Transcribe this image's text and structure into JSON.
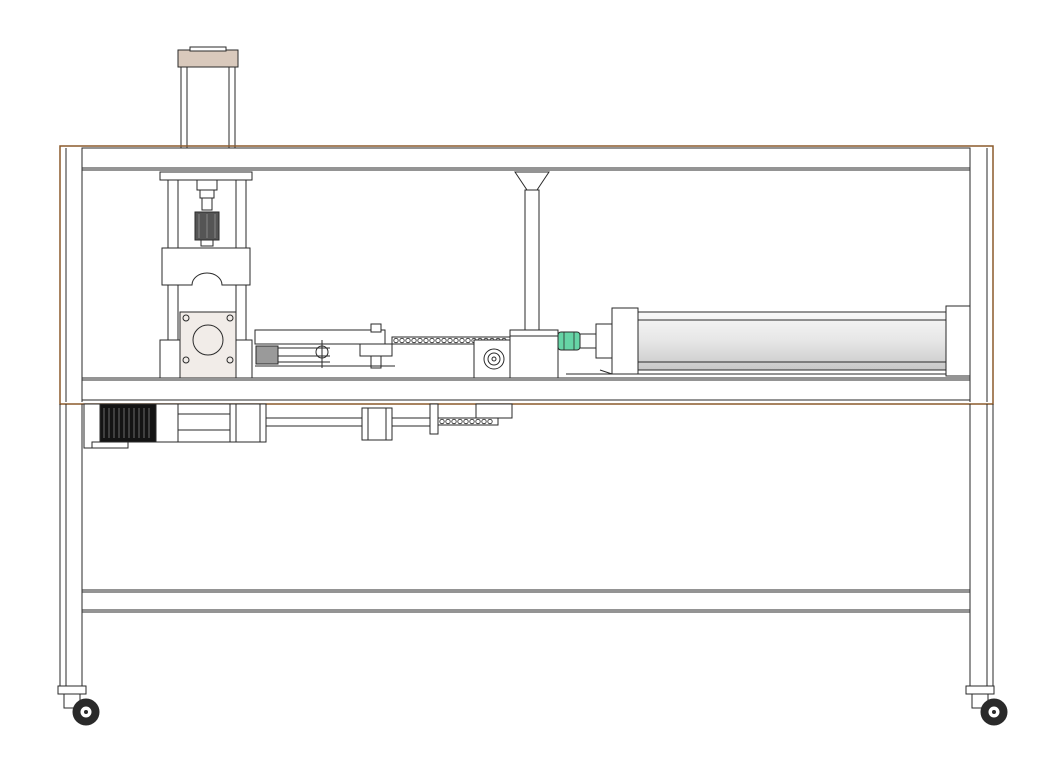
{
  "drawing": {
    "view": "front elevation",
    "colors": {
      "background": "#ffffff",
      "line": "#2a2a2a",
      "frame_top": "#8b5a2b",
      "head_cap": "#d9c9bc",
      "coupling": "#66d4a6",
      "cylinder": "#e6e6e6",
      "motor_dark": "#141414",
      "chuck_dark": "#555555"
    },
    "parts": [
      "top-guide-post",
      "enclosure-frame",
      "vertical-press-column",
      "drill-chuck",
      "clamp-block",
      "motor-mount-plate",
      "feed-slide",
      "drive-chain",
      "chain-sprocket",
      "hopper-funnel",
      "pusher-block",
      "shaft-coupling",
      "hydraulic-cylinder",
      "drive-motor",
      "lower-shaft",
      "bearing-block",
      "lower-shelf-rail",
      "caster-wheel-left",
      "caster-wheel-right"
    ]
  }
}
